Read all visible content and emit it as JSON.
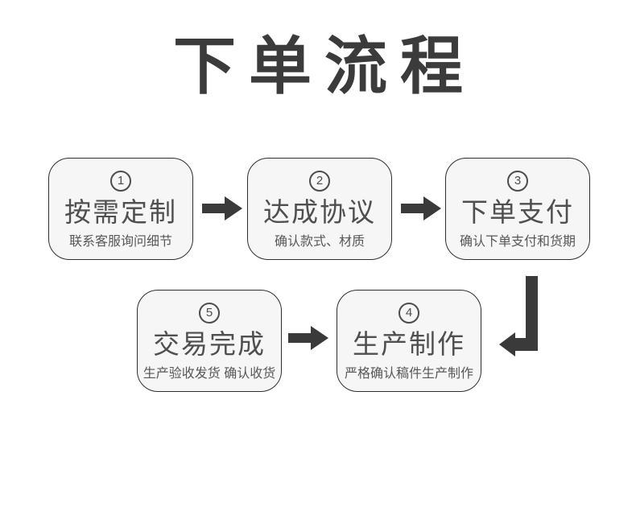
{
  "page": {
    "title": "下单流程"
  },
  "steps": [
    {
      "number": "1",
      "title": "按需定制",
      "subtitle": "联系客服询问细节"
    },
    {
      "number": "2",
      "title": "达成协议",
      "subtitle": "确认款式、材质"
    },
    {
      "number": "3",
      "title": "下单支付",
      "subtitle": "确认下单支付和货期"
    },
    {
      "number": "4",
      "title": "生产制作",
      "subtitle": "严格确认稿件生产制作"
    },
    {
      "number": "5",
      "title": "交易完成",
      "subtitle": "生产验收发货 确认收货"
    }
  ],
  "icons": {
    "right_arrow": "arrow-right-icon",
    "elbow_arrow": "arrow-down-left-icon"
  },
  "colors": {
    "title_text": "#3b3b3b",
    "arrow": "#3a3a3a",
    "box_background": "#f6f6f6",
    "box_border": "#2e2e2e",
    "step_text": "#4f4f4f",
    "subtitle_text": "#575757"
  }
}
